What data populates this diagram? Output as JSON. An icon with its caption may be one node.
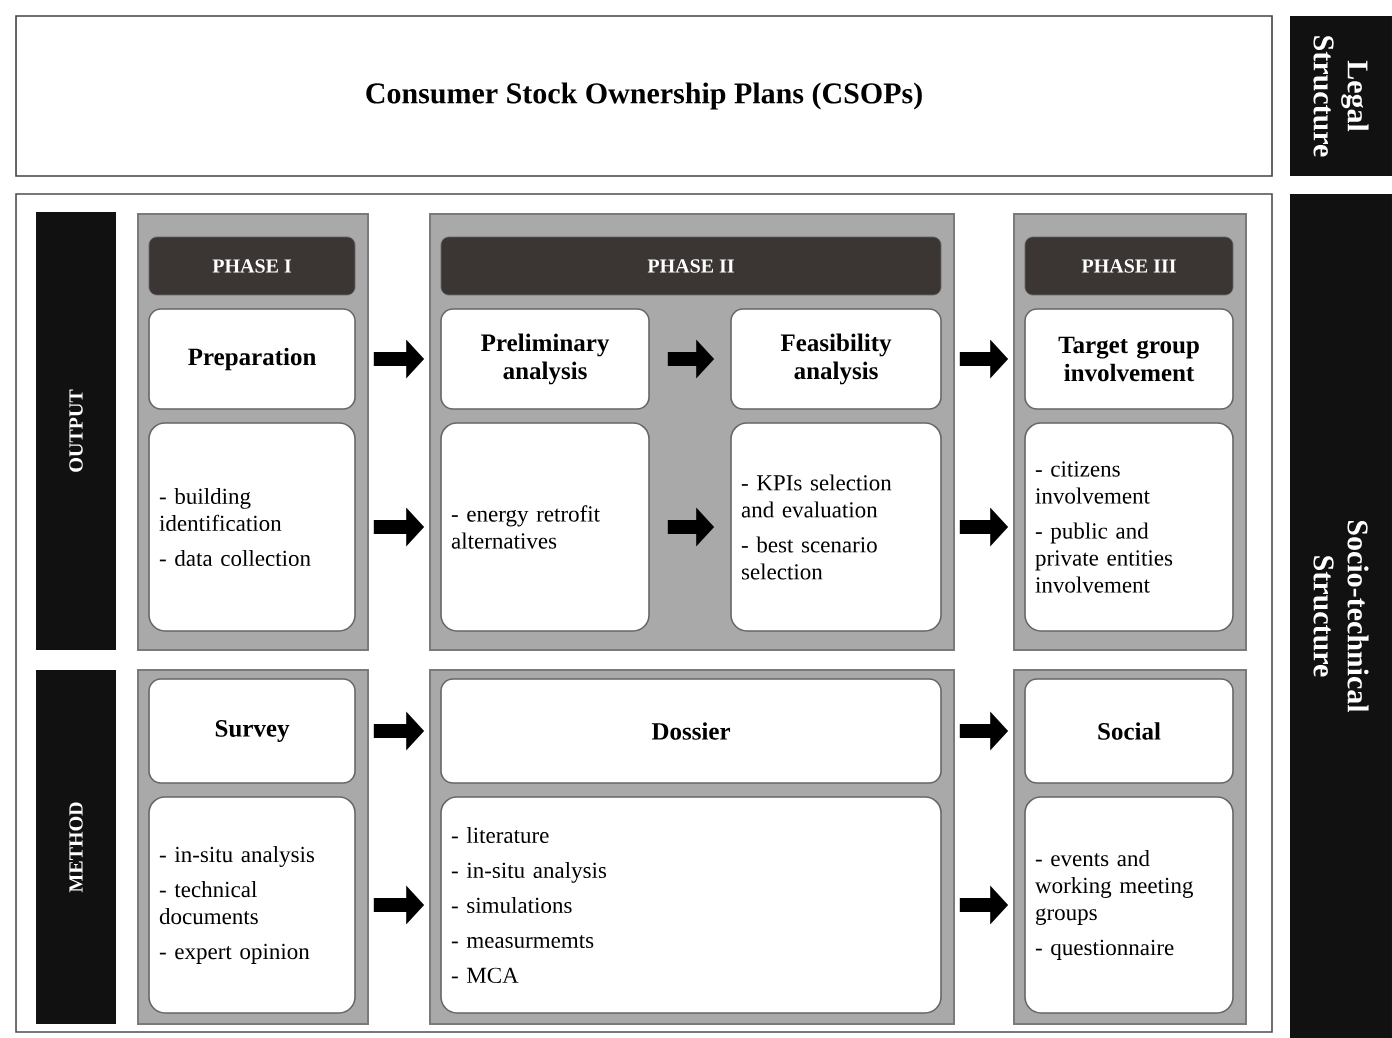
{
  "diagram": {
    "nodes": [
      {
        "text": [
          "Consumer Stock Ownership Plans (CSOPs)"
        ]
      },
      {
        "text": [
          "Legal Structure"
        ]
      },
      {
        "text": [
          "Socio-technical Structure"
        ]
      },
      {
        "text": [
          "OUTPUT"
        ]
      },
      {
        "text": [
          "METHOD"
        ]
      },
      {
        "text": [],
        "shape": "box"
      },
      {
        "text": [
          "PHASE I"
        ],
        "in": 5
      },
      {
        "text": [
          "Preparation"
        ],
        "in": 5
      },
      {
        "text": [
          "- building identification",
          "- data collection"
        ],
        "in": 5
      },
      {
        "text": [],
        "shape": "box"
      },
      {
        "text": [
          "PHASE II"
        ],
        "in": 9
      },
      {
        "text": [
          "Preliminary analysis"
        ],
        "in": 9
      },
      {
        "text": [
          "Feasibility analysis"
        ],
        "in": 9
      },
      {
        "text": [
          "- energy retrofit alternatives"
        ],
        "in": 9
      },
      {
        "text": [
          "- KPIs selection and evaluation",
          "- best scenario selection"
        ],
        "in": 9
      },
      {
        "text": [],
        "shape": "box"
      },
      {
        "text": [
          "PHASE III"
        ],
        "in": 15
      },
      {
        "text": [
          "Target group involvement"
        ],
        "in": 15
      },
      {
        "text": [
          "- citizens involvement",
          "- public and private entities involvement"
        ],
        "in": 15
      },
      {
        "text": [],
        "shape": "box"
      },
      {
        "text": [
          "Survey"
        ],
        "in": 19
      },
      {
        "text": [
          "- in-situ analysis",
          "- technical documents",
          "- expert opinion"
        ],
        "in": 19
      },
      {
        "text": [],
        "shape": "box"
      },
      {
        "text": [
          "Dossier"
        ],
        "in": 22
      },
      {
        "text": [
          "- literature",
          "- in-situ analysis",
          "- simulations",
          "- measurmemts",
          "- MCA"
        ],
        "in": 22
      },
      {
        "text": [],
        "shape": "box"
      },
      {
        "text": [
          "Social"
        ],
        "in": 25
      },
      {
        "text": [
          "- events and working meeting groups",
          "- questionnaire"
        ],
        "in": 25
      }
    ],
    "edges": [
      {
        "from": 7,
        "to": 11,
        "arrow": "to"
      },
      {
        "from": 11,
        "to": 12,
        "arrow": "to"
      },
      {
        "from": 12,
        "to": 17,
        "arrow": "to"
      },
      {
        "from": 8,
        "to": 13,
        "arrow": "to"
      },
      {
        "from": 13,
        "to": 14,
        "arrow": "to"
      },
      {
        "from": 14,
        "to": 18,
        "arrow": "to"
      },
      {
        "from": 20,
        "to": 23,
        "arrow": "to"
      },
      {
        "from": 23,
        "to": 26,
        "arrow": "to"
      },
      {
        "from": 21,
        "to": 24,
        "arrow": "to"
      },
      {
        "from": 24,
        "to": 27,
        "arrow": "to"
      }
    ]
  }
}
